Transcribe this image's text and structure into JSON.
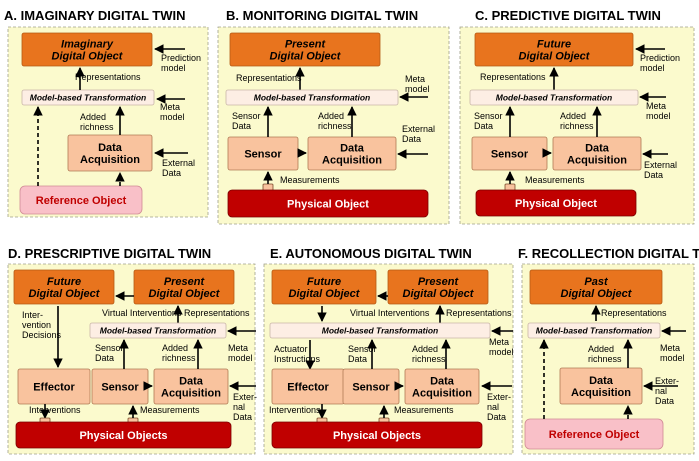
{
  "colors": {
    "panel_bg": "#fbfacd",
    "panel_border": "#a0a08a",
    "digital_object": "#e8741e",
    "acquisition": "#f9c39e",
    "mbt_box": "#fdeee4",
    "physical": "#c00000",
    "reference": "#f9c0c8",
    "reference_text": "#c00000"
  },
  "panels": [
    {
      "title": "A. IMAGINARY DIGITAL TWIN",
      "digital_object": [
        "Imaginary",
        "Digital Object"
      ],
      "prediction_model": [
        "Prediction",
        "model"
      ],
      "representations": "Representations",
      "mbt": "Model-based Transformation",
      "meta_model": [
        "Meta",
        "model"
      ],
      "added_richness": [
        "Added",
        "richness"
      ],
      "data_acquisition": [
        "Data",
        "Acquisition"
      ],
      "external_data": [
        "External",
        "Data"
      ],
      "reference_object": "Reference Object"
    },
    {
      "title": "B. MONITORING DIGITAL TWIN",
      "digital_object": [
        "Present",
        "Digital Object"
      ],
      "representations": "Representations",
      "meta_model": [
        "Meta",
        "model"
      ],
      "mbt": "Model-based Transformation",
      "sensor_data": [
        "Sensor",
        "Data"
      ],
      "added_richness": [
        "Added",
        "richness"
      ],
      "external_data": [
        "External",
        "Data"
      ],
      "sensor": "Sensor",
      "data_acquisition": [
        "Data",
        "Acquisition"
      ],
      "measurements": "Measurements",
      "physical_object": "Physical Object"
    },
    {
      "title": "C. PREDICTIVE DIGITAL TWIN",
      "digital_object": [
        "Future",
        "Digital Object"
      ],
      "prediction_model": [
        "Prediction",
        "model"
      ],
      "representations": "Representations",
      "mbt": "Model-based Transformation",
      "meta_model": [
        "Meta",
        "model"
      ],
      "sensor_data": [
        "Sensor",
        "Data"
      ],
      "added_richness": [
        "Added",
        "richness"
      ],
      "sensor": "Sensor",
      "data_acquisition": [
        "Data",
        "Acquisition"
      ],
      "external_data": [
        "External",
        "Data"
      ],
      "measurements": "Measurements",
      "physical_object": "Physical Object"
    },
    {
      "title": "D. PRESCRIPTIVE DIGITAL TWIN",
      "future_object": [
        "Future",
        "Digital Object"
      ],
      "present_object": [
        "Present",
        "Digital Object"
      ],
      "virtual_interventions": "Virtual Interventions",
      "representations": "Representations",
      "intervention_decisions": [
        "Inter-",
        "vention",
        "Decisions"
      ],
      "mbt": "Model-based Transformation",
      "meta_model": [
        "Meta",
        "model"
      ],
      "sensor_data": [
        "Sensor",
        "Data"
      ],
      "added_richness": [
        "Added",
        "richness"
      ],
      "effector": "Effector",
      "sensor": "Sensor",
      "data_acquisition": [
        "Data",
        "Acquisition"
      ],
      "external_data": [
        "Exter-",
        "nal",
        "Data"
      ],
      "interventions": "Interventions",
      "measurements": "Measurements",
      "physical_objects": "Physical Objects"
    },
    {
      "title": "E. AUTONOMOUS DIGITAL TWIN",
      "future_object": [
        "Future",
        "Digital Object"
      ],
      "present_object": [
        "Present",
        "Digital Object"
      ],
      "virtual_interventions": "Virtual Interventions",
      "representations": "Representations",
      "mbt": "Model-based Transformation",
      "meta_model": [
        "Meta",
        "model"
      ],
      "actuator_instructions": [
        "Actuator",
        "Instructions"
      ],
      "sensor_data": [
        "Sensor",
        "Data"
      ],
      "added_richness": [
        "Added",
        "richness"
      ],
      "effector": "Effector",
      "sensor": "Sensor",
      "data_acquisition": [
        "Data",
        "Acquisition"
      ],
      "external_data": [
        "Exter-",
        "nal",
        "Data"
      ],
      "interventions": "Interventions",
      "measurements": "Measurements",
      "physical_objects": "Physical Objects"
    },
    {
      "title": "F. RECOLLECTION DIGITAL TWIN",
      "digital_object": [
        "Past",
        "Digital Object"
      ],
      "representations": "Representations",
      "mbt": "Model-based Transformation",
      "meta_model": [
        "Meta",
        "model"
      ],
      "added_richness": [
        "Added",
        "richness"
      ],
      "data_acquisition": [
        "Data",
        "Acquisition"
      ],
      "external_data": [
        "Exter-",
        "nal",
        "Data"
      ],
      "reference_object": "Reference Object"
    }
  ]
}
